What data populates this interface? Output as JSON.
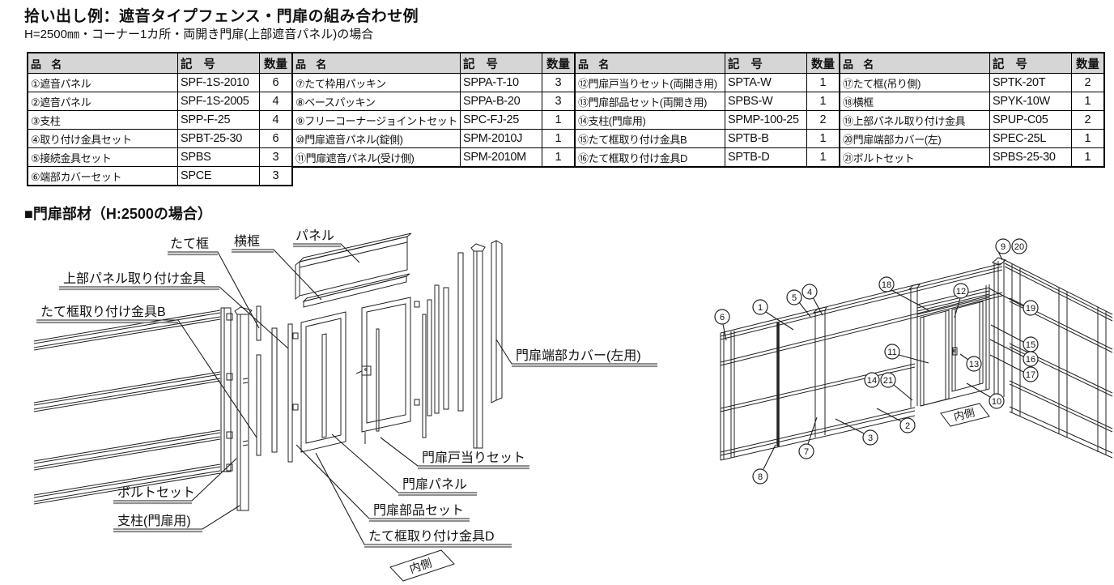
{
  "page": {
    "title": "拾い出し例：遮音タイプフェンス・門扉の組み合わせ例",
    "subtitle": "H=2500㎜・コーナー1カ所・両開き門扉(上部遮音パネル)の場合",
    "section_title": "■門扉部材（H:2500の場合）"
  },
  "colors": {
    "line": "#222222",
    "text": "#111111",
    "header_bg": "#d6d6d6",
    "underline_shadow": "#8f8f8f",
    "background": "#ffffff"
  },
  "table": {
    "headers": {
      "name": "品　名",
      "code": "記　号",
      "qty": "数量"
    },
    "groups": [
      {
        "rows": [
          {
            "name": "①遮音パネル",
            "code": "SPF-1S-2010",
            "qty": "6"
          },
          {
            "name": "②遮音パネル",
            "code": "SPF-1S-2005",
            "qty": "4"
          },
          {
            "name": "③支柱",
            "code": "SPP-F-25",
            "qty": "4"
          },
          {
            "name": "④取り付け金具セット",
            "code": "SPBT-25-30",
            "qty": "6"
          },
          {
            "name": "⑤接続金具セット",
            "code": "SPBS",
            "qty": "3"
          },
          {
            "name": "⑥端部カバーセット",
            "code": "SPCE",
            "qty": "3"
          }
        ]
      },
      {
        "rows": [
          {
            "name": "⑦たて枠用パッキン",
            "code": "SPPA-T-10",
            "qty": "3"
          },
          {
            "name": "⑧ベースパッキン",
            "code": "SPPA-B-20",
            "qty": "3"
          },
          {
            "name": "⑨フリーコーナージョイントセット",
            "code": "SPC-FJ-25",
            "qty": "1"
          },
          {
            "name": "⑩門扉遮音パネル(錠側)",
            "code": "SPM-2010J",
            "qty": "1"
          },
          {
            "name": "⑪門扉遮音パネル(受け側)",
            "code": "SPM-2010M",
            "qty": "1"
          }
        ]
      },
      {
        "rows": [
          {
            "name": "⑫門扉戸当りセット(両開き用)",
            "code": "SPTA-W",
            "qty": "1"
          },
          {
            "name": "⑬門扉部品セット(両開き用)",
            "code": "SPBS-W",
            "qty": "1"
          },
          {
            "name": "⑭支柱(門扉用)",
            "code": "SPMP-100-25",
            "qty": "2"
          },
          {
            "name": "⑮たて框取り付け金具B",
            "code": "SPTB-B",
            "qty": "1"
          },
          {
            "name": "⑯たて框取り付け金具D",
            "code": "SPTB-D",
            "qty": "1"
          }
        ]
      },
      {
        "rows": [
          {
            "name": "⑰たて框(吊り側)",
            "code": "SPTK-20T",
            "qty": "2"
          },
          {
            "name": "⑱横框",
            "code": "SPYK-10W",
            "qty": "1"
          },
          {
            "name": "⑲上部パネル取り付け金具",
            "code": "SPUP-C05",
            "qty": "2"
          },
          {
            "name": "⑳門扉端部カバー(左)",
            "code": "SPEC-25L",
            "qty": "1"
          },
          {
            "name": "㉑ボルトセット",
            "code": "SPBS-25-30",
            "qty": "1"
          }
        ]
      }
    ]
  },
  "left_diagram": {
    "labels": {
      "tateku": "たて框",
      "yokoku": "横框",
      "panel": "パネル",
      "upper_panel_bracket": "上部パネル取り付け金具",
      "tateku_bracket_b": "たて框取り付け金具B",
      "end_cover_left": "門扉端部カバー(左用)",
      "door_stop_set": "門扉戸当りセット",
      "door_panel": "門扉パネル",
      "door_parts_set": "門扉部品セット",
      "tateku_bracket_d": "たて框取り付け金具D",
      "bolt_set": "ボルトセット",
      "post_gate": "支柱(門扉用)",
      "inside": "内側"
    }
  },
  "right_diagram": {
    "inside_label": "内側",
    "callouts": [
      {
        "label": "1"
      },
      {
        "label": "2"
      },
      {
        "label": "3"
      },
      {
        "label": "4"
      },
      {
        "label": "5"
      },
      {
        "label": "6"
      },
      {
        "label": "7"
      },
      {
        "label": "8"
      },
      {
        "label": "9"
      },
      {
        "label": "10"
      },
      {
        "label": "11"
      },
      {
        "label": "12"
      },
      {
        "label": "13"
      },
      {
        "label": "14"
      },
      {
        "label": "15"
      },
      {
        "label": "16"
      },
      {
        "label": "17"
      },
      {
        "label": "18"
      },
      {
        "label": "19"
      },
      {
        "label": "20"
      },
      {
        "label": "21"
      }
    ]
  }
}
